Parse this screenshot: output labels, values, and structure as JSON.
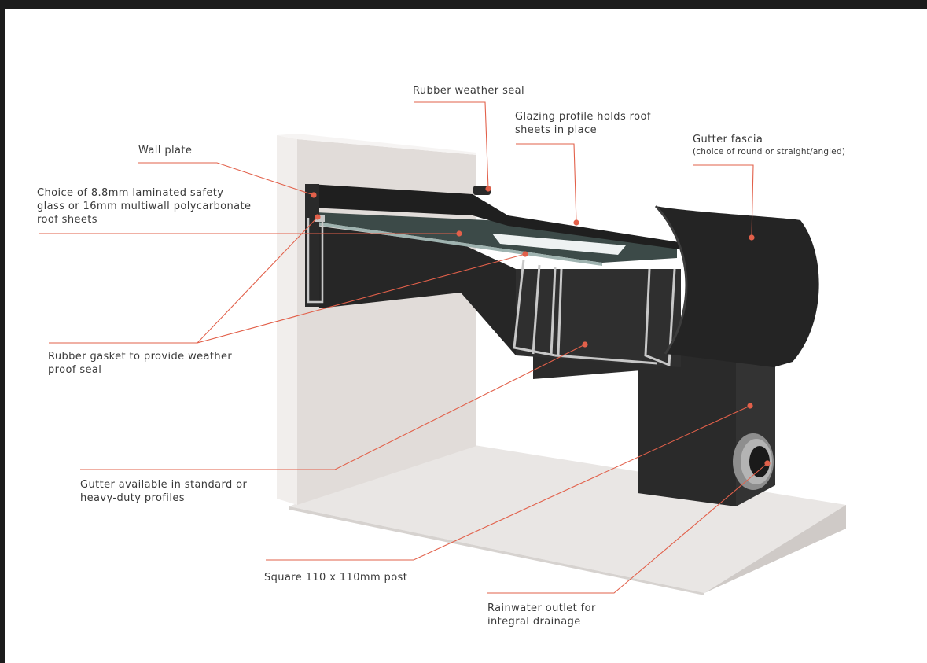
{
  "labels": {
    "rubber_weather_seal": "Rubber weather seal",
    "glazing_profile_line1": "Glazing profile holds roof",
    "glazing_profile_line2": "sheets in place",
    "gutter_fascia": "Gutter fascia",
    "gutter_fascia_sub": "(choice of round or straight/angled)",
    "wall_plate": "Wall plate",
    "choice_line1": "Choice of 8.8mm laminated safety",
    "choice_line2": "glass or 16mm multiwall polycarbonate",
    "choice_line3": "roof sheets",
    "rubber_gasket_line1": "Rubber gasket to provide weather",
    "rubber_gasket_line2": "proof seal",
    "gutter_available_line1": "Gutter available in standard or",
    "gutter_available_line2": "heavy-duty profiles",
    "square_post": "Square 110 x 110mm post",
    "rainwater_line1": "Rainwater outlet for",
    "rainwater_line2": "integral drainage"
  },
  "colors": {
    "leader_line": "#e2604a",
    "frame_background": "#1c1c1c",
    "wall_face": "#e3dfdc",
    "profile_dark": "#232323",
    "aluminium": "#c8c8c8"
  }
}
